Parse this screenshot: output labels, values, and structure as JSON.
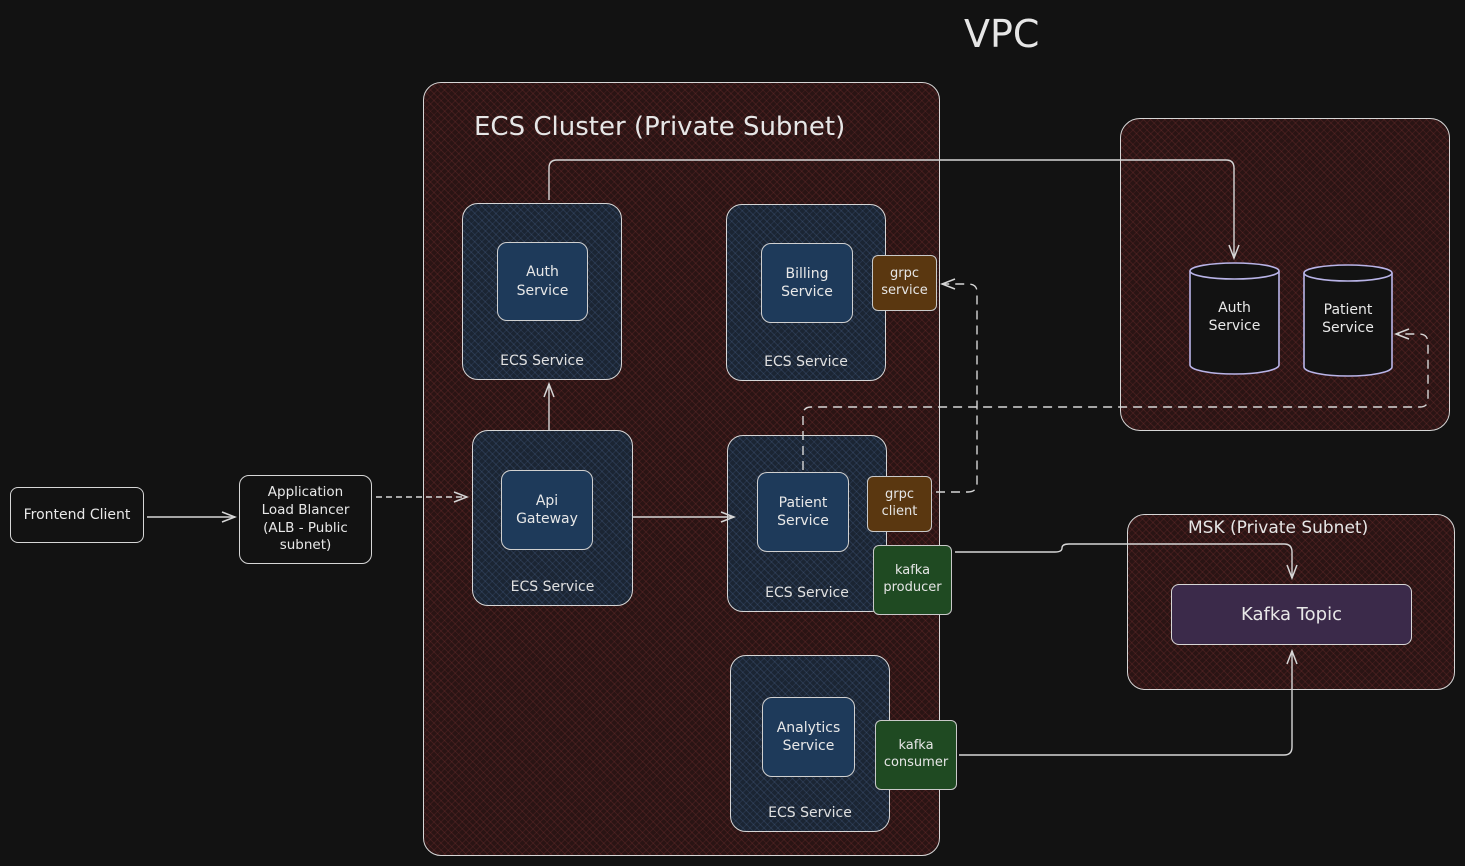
{
  "vpc": {
    "title": "VPC"
  },
  "ecs_cluster": {
    "title": "ECS Cluster (Private Subnet)"
  },
  "frontend": {
    "label": "Frontend Client"
  },
  "alb": {
    "label": "Application\nLoad Blancer\n(ALB - Public\nsubnet)"
  },
  "services": {
    "auth": {
      "label": "Auth\nService",
      "caption": "ECS Service"
    },
    "billing": {
      "label": "Billing\nService",
      "caption": "ECS Service"
    },
    "api_gateway": {
      "label": "Api\nGateway",
      "caption": "ECS Service"
    },
    "patient": {
      "label": "Patient\nService",
      "caption": "ECS Service"
    },
    "analytics": {
      "label": "Analytics\nService",
      "caption": "ECS Service"
    }
  },
  "tags": {
    "grpc_service": "grpc\nservice",
    "grpc_client": "grpc\nclient",
    "kafka_producer": "kafka\nproducer",
    "kafka_consumer": "kafka\nconsumer"
  },
  "databases": {
    "auth_db": "Auth\nService",
    "patient_db": "Patient\nService"
  },
  "msk": {
    "title": "MSK (Private Subnet)",
    "topic": "Kafka Topic"
  },
  "colors": {
    "background": "#121212",
    "cluster_fill": "#2a1414",
    "service_fill": "#1e3a5a",
    "grpc_tag": "#5a3710",
    "kafka_tag": "#1f4a22",
    "kafka_topic": "#3b2a4a",
    "db_stroke": "#b9b4e8"
  }
}
